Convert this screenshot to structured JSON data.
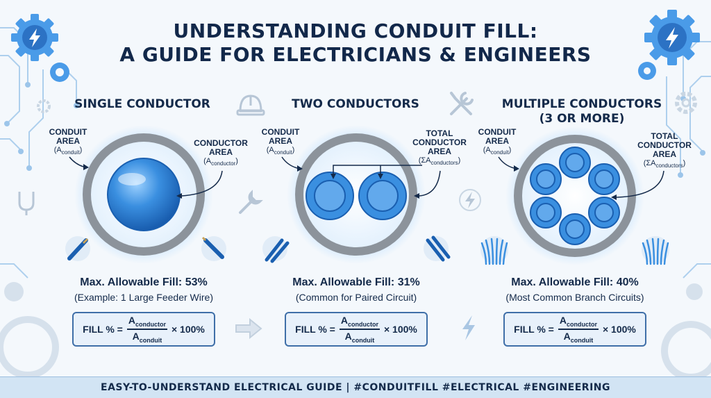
{
  "title": {
    "line1": "UNDERSTANDING CONDUIT FILL:",
    "line2": "A GUIDE FOR ELECTRICIANS & ENGINEERS"
  },
  "columns": [
    {
      "heading_line1": "SINGLE CONDUCTOR",
      "heading_line2": "",
      "conduit_label_line1": "CONDUIT",
      "conduit_label_line2": "AREA",
      "conduit_symbol": "A",
      "conduit_symbol_sub": "conduit",
      "conductor_label_line1": "CONDUCTOR",
      "conductor_label_line2": "AREA",
      "conductor_label_line3": "",
      "conductor_symbol": "A",
      "conductor_symbol_sub": "conductor",
      "max_fill": "Max. Allowable Fill: 53%",
      "example": "(Example: 1 Large Feeder Wire)",
      "max_fill_percent": 53,
      "conductor_count": 1
    },
    {
      "heading_line1": "TWO CONDUCTORS",
      "heading_line2": "",
      "conduit_label_line1": "CONDUIT",
      "conduit_label_line2": "AREA",
      "conduit_symbol": "A",
      "conduit_symbol_sub": "conduit",
      "conductor_label_line1": "TOTAL",
      "conductor_label_line2": "CONDUCTOR",
      "conductor_label_line3": "AREA",
      "conductor_symbol": "ΣA",
      "conductor_symbol_sub": "conductors",
      "max_fill": "Max. Allowable Fill: 31%",
      "example": "(Common for Paired Circuit)",
      "max_fill_percent": 31,
      "conductor_count": 2
    },
    {
      "heading_line1": "MULTIPLE CONDUCTORS",
      "heading_line2": "(3 OR MORE)",
      "conduit_label_line1": "CONDUIT",
      "conduit_label_line2": "AREA",
      "conduit_symbol": "A",
      "conduit_symbol_sub": "conduit",
      "conductor_label_line1": "TOTAL",
      "conductor_label_line2": "CONDUCTOR",
      "conductor_label_line3": "AREA",
      "conductor_symbol": "ΣA",
      "conductor_symbol_sub": "conductors",
      "max_fill": "Max. Allowable Fill: 40%",
      "example": "(Most Common Branch Circuits)",
      "max_fill_percent": 40,
      "conductor_count": 6
    }
  ],
  "formula": {
    "lhs": "FILL % =",
    "num": "A",
    "num_sub": "conductor",
    "den": "A",
    "den_sub": "conduit",
    "mult": "× 100%"
  },
  "footer": "EASY-TO-UNDERSTAND ELECTRICAL GUIDE | #CONDUITFILL #ELECTRICAL #ENGINEERING",
  "colors": {
    "navy": "#142a4a",
    "conduit_ring": "#8c939b",
    "conductor_blue": "#3a8fe0",
    "accent": "#4a9be8",
    "background": "#f4f8fc"
  },
  "icons": [
    "lightning-gear-icon",
    "gear-icon",
    "hard-hat-icon",
    "tools-icon",
    "wrench-icon",
    "lightning-icon",
    "wire-icon",
    "arrow-right-icon",
    "plug-icon"
  ]
}
